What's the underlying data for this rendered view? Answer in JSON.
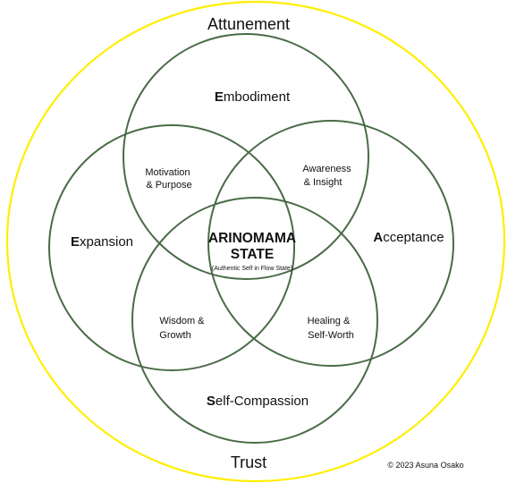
{
  "colors": {
    "outer_ring": "#ffee00",
    "circle_stroke": "#4a6b47",
    "text": "#111111",
    "background": "#ffffff"
  },
  "outer": {
    "top_label": "Attunement",
    "bottom_label": "Trust"
  },
  "circles": {
    "embodiment": {
      "initial": "E",
      "rest": "mbodiment"
    },
    "expansion": {
      "initial": "E",
      "rest": "xpansion"
    },
    "acceptance": {
      "initial": "A",
      "rest": "cceptance"
    },
    "self_compassion": {
      "initial": "S",
      "rest": "elf-Compassion"
    }
  },
  "overlaps": {
    "motivation": {
      "line1": "Motivation",
      "line2": "& Purpose"
    },
    "awareness": {
      "line1": "Awareness",
      "line2": "& Insight"
    },
    "wisdom": {
      "line1": "Wisdom &",
      "line2": "Growth"
    },
    "healing": {
      "line1": "Healing &",
      "line2": "Self-Worth"
    }
  },
  "center": {
    "line1": "ARINOMAMA",
    "line2": "STATE",
    "subtitle": "(Authentic Self in Flow State)"
  },
  "copyright": "© 2023 Asuna Osako"
}
